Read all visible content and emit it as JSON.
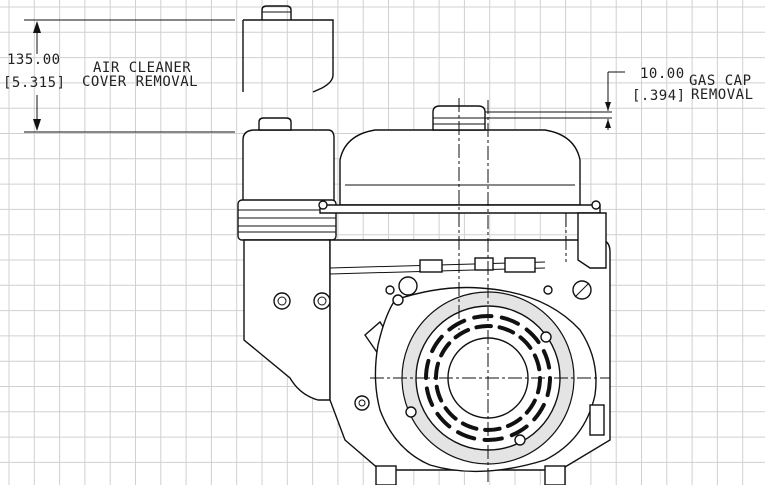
{
  "air_cleaner_dimension": {
    "metric": "135.00",
    "imperial": "[5.315]",
    "label_line1": "AIR CLEANER",
    "label_line2": "COVER REMOVAL"
  },
  "gas_cap_dimension": {
    "metric": "10.00",
    "imperial": "[.394]",
    "label_line1": "GAS CAP",
    "label_line2": "REMOVAL"
  },
  "colors": {
    "background": "#ffffff",
    "grid": "#d0d0d0",
    "line": "#111111"
  }
}
